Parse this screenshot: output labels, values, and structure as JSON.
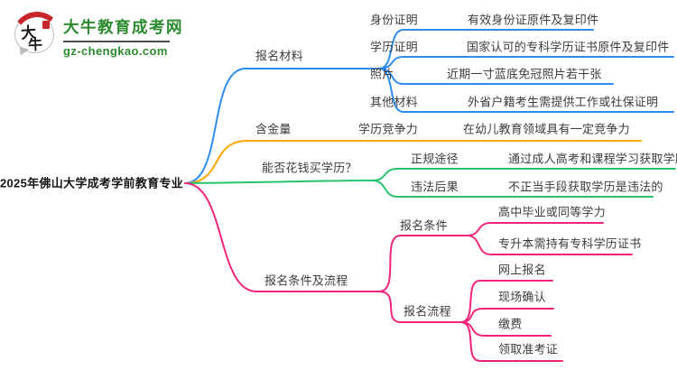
{
  "logo": {
    "title": "大牛教育成考网",
    "domain": "gz-chengkao.com",
    "mark_text_top": "大",
    "mark_text_bottom": "牛"
  },
  "root": {
    "label": "2025年佛山大学成考学前教育专业"
  },
  "colors": {
    "branch_blue": "#2e8df2",
    "branch_orange": "#ffa502",
    "branch_green": "#27c46d",
    "branch_pink": "#f2237b",
    "logo_green": "#2c8a2f",
    "label_text": "#3c3c3c"
  },
  "branches": [
    {
      "label": "报名材料",
      "children": [
        {
          "label": "身份证明",
          "value": "有效身份证原件及复印件"
        },
        {
          "label": "学历证明",
          "value": "国家认可的专科学历证书原件及复印件"
        },
        {
          "label": "照片",
          "value": "近期一寸蓝底免冠照片若干张"
        },
        {
          "label": "其他材料",
          "value": "外省户籍考生需提供工作或社保证明"
        }
      ]
    },
    {
      "label": "含金量",
      "children": [
        {
          "label": "学历竞争力",
          "value": "在幼儿教育领域具有一定竞争力"
        }
      ]
    },
    {
      "label": "能否花钱买学历？",
      "children": [
        {
          "label": "正规途径",
          "value": "通过成人高考和课程学习获取学历"
        },
        {
          "label": "违法后果",
          "value": "不正当手段获取学历是违法的"
        }
      ]
    },
    {
      "label": "报名条件及流程",
      "children": [
        {
          "label": "报名条件",
          "items": [
            "高中毕业或同等学力",
            "专升本需持有专科学历证书"
          ]
        },
        {
          "label": "报名流程",
          "items": [
            "网上报名",
            "现场确认",
            "缴费",
            "领取准考证"
          ]
        }
      ]
    }
  ]
}
